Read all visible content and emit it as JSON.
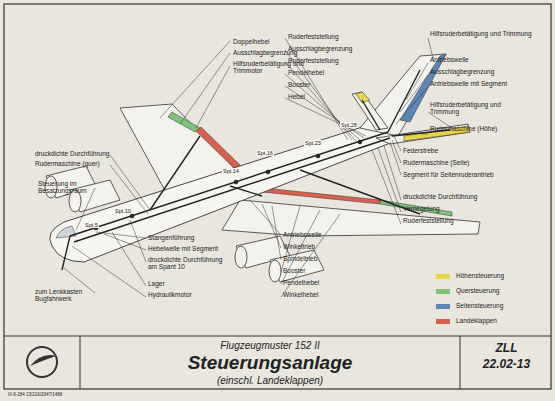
{
  "diagram": {
    "title": "Steuerungsanlage",
    "labels": [
      "Doppelhebel",
      "Ausschlagbegrenzung",
      "Hilfsruderbetätigung und Trimmotor",
      "druckdichte Durchführung",
      "Rudermaschine (quer)",
      "Steuerung im Besatzungsraum",
      "zum Lenkkasten Bugfahrwerk",
      "Stangenführung",
      "Hebelwelle mit Segment",
      "druckdichte Durchführung am Spant 10",
      "Lager",
      "Hydraulikmotor",
      "Antriebswelle",
      "Winkeltrieb",
      "Spindeltrieb",
      "Booster",
      "Pendelhebel",
      "Winkelhebel",
      "Ruderfeststellung",
      "Ausschlagbegrenzung",
      "Ruderfeststellung",
      "Pendelhebel",
      "Booster",
      "Hebel",
      "Hilfsruderbetätigung und Trimmung",
      "Antriebswelle",
      "Ausschlagbegrenzung",
      "Antriebswelle mit Segment",
      "Hilfsruderbetätigung und Trimmung",
      "Rudermaschine (Höhe)",
      "Federstrebe",
      "Rudermaschine (Seite)",
      "Segment für Seitenruderantrieb",
      "druckdichte Durchführung",
      "Verriegelung",
      "Ruderfeststellung",
      "Spt.5",
      "Spt.10",
      "Spt.14",
      "Spt.16",
      "Spt.23",
      "Spt.28",
      "Flugzeugmuster 152 II",
      "(einschl. Landeklappen)",
      "ZLL",
      "22.02-13",
      "III-9-284 13/216/2047/1488"
    ],
    "legend": [
      {
        "text": "Höhensteuerung",
        "color": "#e8d44a"
      },
      {
        "text": "Quersteuerung",
        "color": "#7cc47a"
      },
      {
        "text": "Seitensteuerung",
        "color": "#5b86b8"
      },
      {
        "text": "Landeklappen",
        "color": "#d9604e"
      }
    ]
  }
}
